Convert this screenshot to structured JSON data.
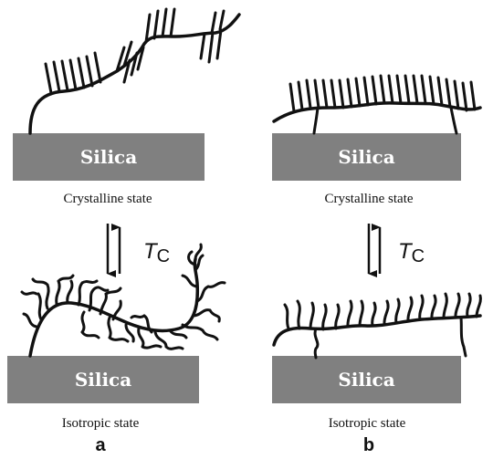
{
  "colors": {
    "silica": "#808080",
    "silica_text": "#ffffff",
    "ink": "#111111"
  },
  "panel_a": {
    "top_slab": "Silica",
    "top_caption": "Crystalline state",
    "transition_symbol": "T",
    "transition_subscript": "C",
    "bottom_slab": "Silica",
    "bottom_caption": "Isotropic state",
    "label": "a"
  },
  "panel_b": {
    "top_slab": "Silica",
    "top_caption": "Crystalline state",
    "transition_symbol": "T",
    "transition_subscript": "C",
    "bottom_slab": "Silica",
    "bottom_caption": "Isotropic state",
    "label": "b"
  }
}
